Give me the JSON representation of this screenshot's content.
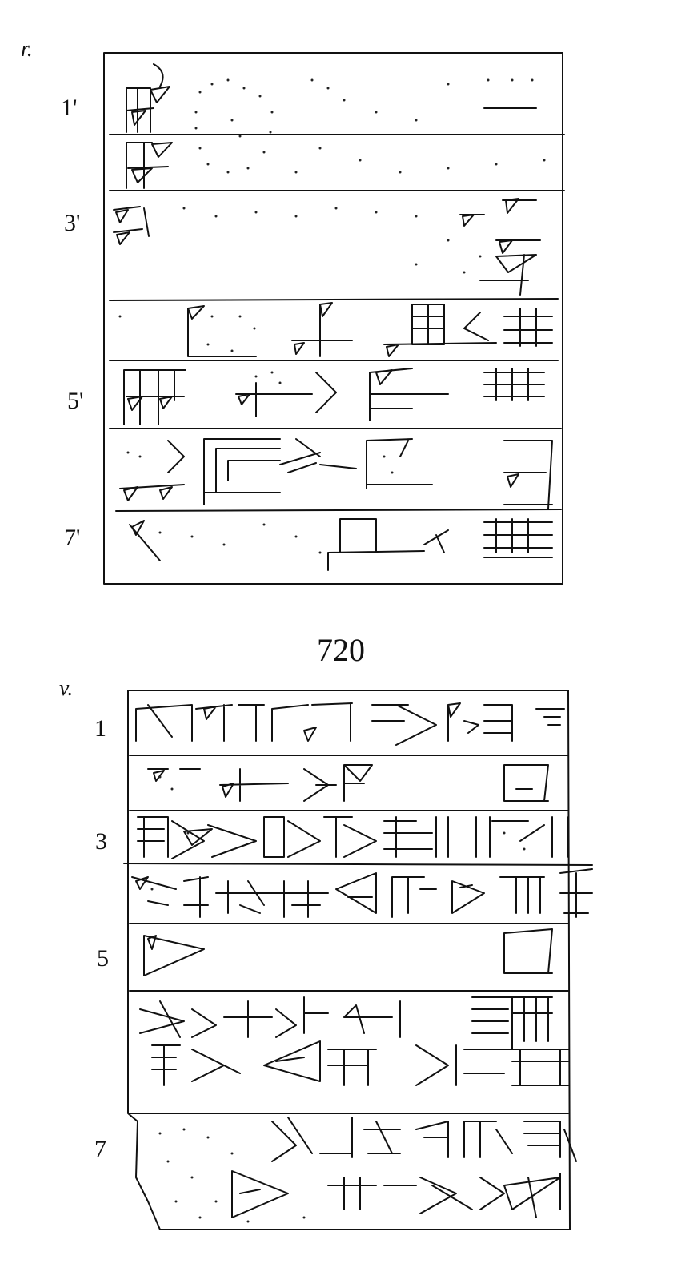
{
  "upper": {
    "side_label": "r.",
    "line_numbers": [
      "1'",
      "3'",
      "5'",
      "7'"
    ]
  },
  "title": "720",
  "lower": {
    "side_label": "v.",
    "line_numbers": [
      "1",
      "3",
      "5",
      "7"
    ]
  }
}
